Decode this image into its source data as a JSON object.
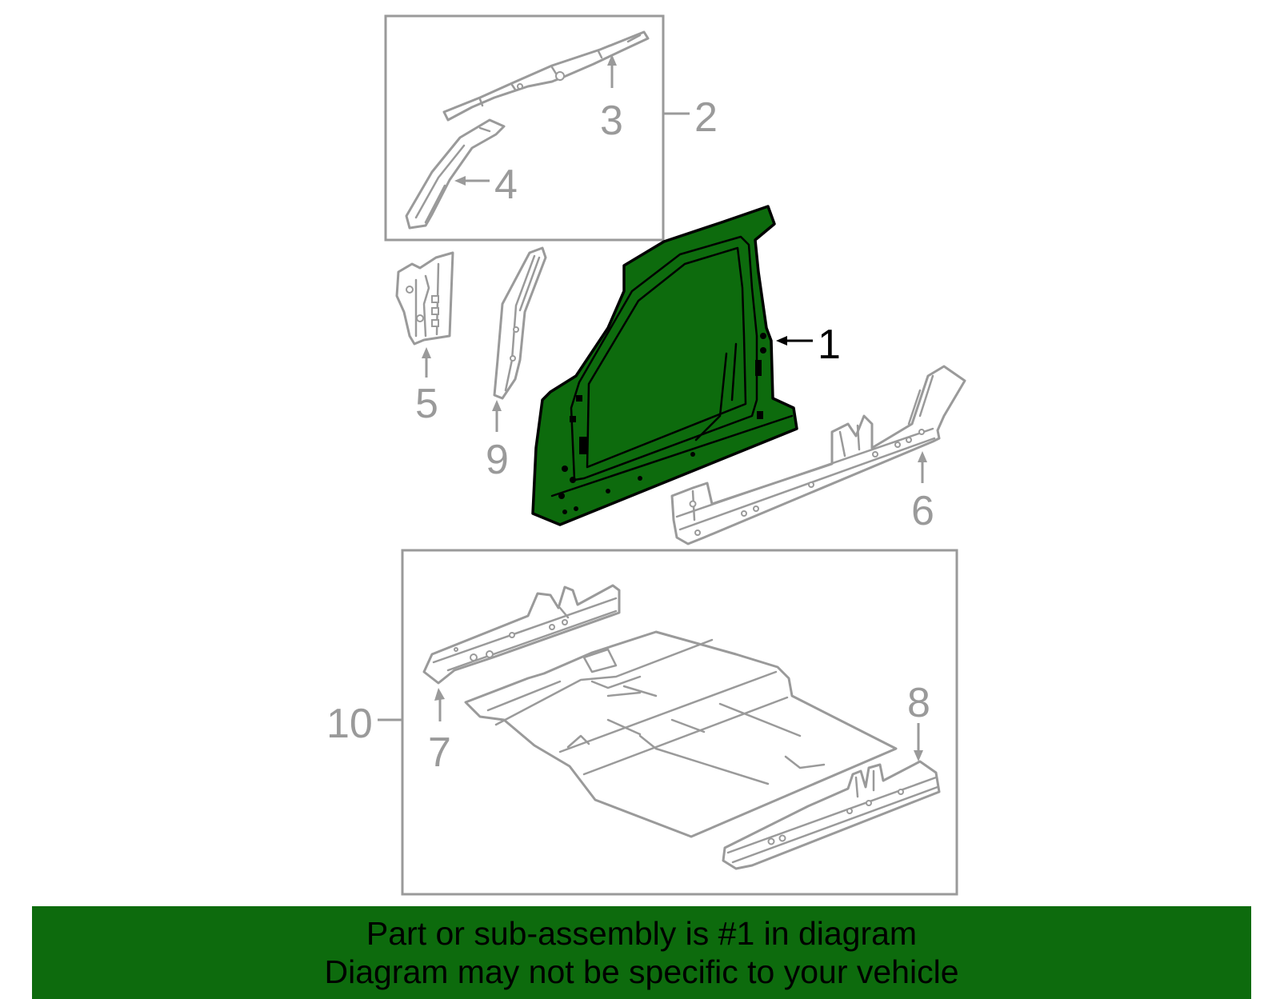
{
  "callouts": {
    "c1": "1",
    "c2": "2",
    "c3": "3",
    "c4": "4",
    "c5": "5",
    "c6": "6",
    "c7": "7",
    "c8": "8",
    "c9": "9",
    "c10": "10"
  },
  "highlight_part": "1",
  "colors": {
    "highlight": "#0d6b0d",
    "line": "#9a9a9a",
    "banner": "#0d6b0d"
  },
  "banner": {
    "line1": "Part or sub-assembly is #1 in diagram",
    "line2": "Diagram may not be specific to your vehicle"
  }
}
